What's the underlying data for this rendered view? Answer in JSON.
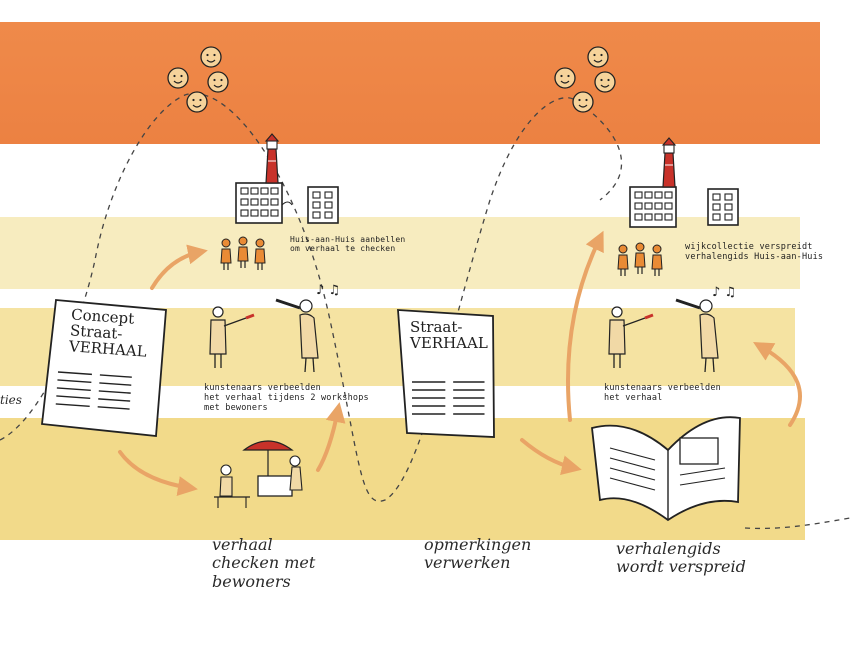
{
  "labels": {
    "left_partial": "ties",
    "doc1_title": "Concept\nStraat-\nVERHAAL",
    "doc2_title": "Straat-\nVERHAAL",
    "step1_note": "Huis-aan-Huis aanbellen\nom verhaal te checken",
    "step2_note": "kunstenaars verbeelden\nhet verhaal tijdens 2 workshops\nmet bewoners",
    "step3_note": "wijkcollectie verspreidt\nverhalengids Huis-aan-Huis",
    "step4_note": "kunstenaars verbeelden\nhet verhaal",
    "caption1": "verhaal\nchecken met\nbewoners",
    "caption2": "opmerkingen\nverwerken",
    "caption3": "verhalengids\nwordt verspreid"
  },
  "colors": {
    "orange_band": "#ec8142",
    "yellow_light": "#f7ecbf",
    "yellow_mid": "#f5e3a2",
    "yellow_dark": "#f2da8a",
    "arrow": "#e9a466",
    "figure": "#e98b35",
    "lighthouse": "#c8322a"
  }
}
